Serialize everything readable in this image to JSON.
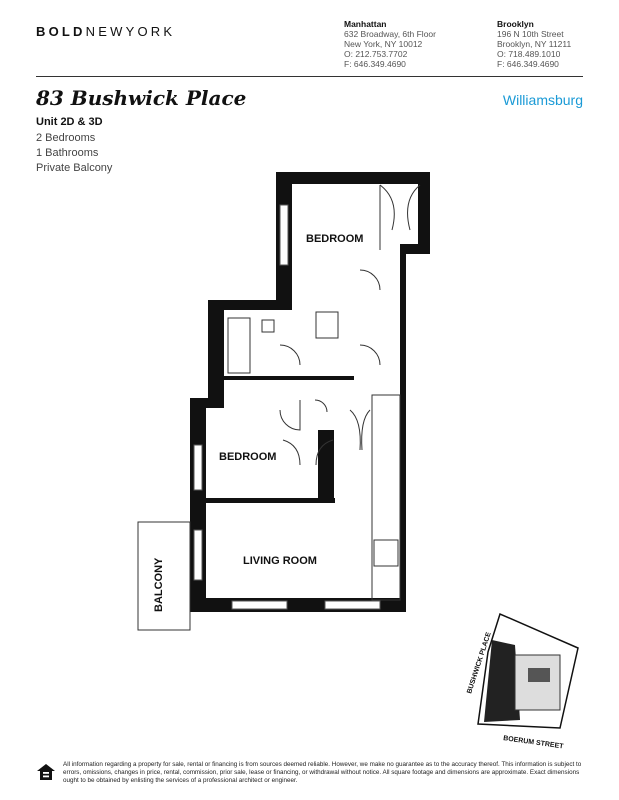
{
  "brand": {
    "bold": "BOLD",
    "rest": "NEWYORK"
  },
  "offices": [
    {
      "name": "Manhattan",
      "lines": [
        "632 Broadway, 6th Floor",
        "New York, NY 10012",
        "O: 212.753.7702",
        "F: 646.349.4690"
      ]
    },
    {
      "name": "Brooklyn",
      "lines": [
        "196 N 10th Street",
        "Brooklyn, NY 11211",
        "O: 718.489.1010",
        "F: 646.349.4690"
      ]
    }
  ],
  "listing": {
    "address": "83 Bushwick Place",
    "neighborhood": "Williamsburg",
    "unit": "Unit 2D & 3D",
    "details": [
      "2 Bedrooms",
      "1 Bathrooms",
      "Private Balcony"
    ]
  },
  "floorplan": {
    "rooms": {
      "bedroom1": "BEDROOM",
      "bedroom2": "BEDROOM",
      "living": "LIVING ROOM",
      "balcony": "BALCONY"
    },
    "streets": {
      "street1": "BUSHWICK PLACE",
      "street2": "BOERUM STREET"
    }
  },
  "colors": {
    "accent": "#1a9ad6",
    "walls": "#111111"
  },
  "footer": {
    "icon": "equal-housing-icon",
    "disclaimer": "All information regarding a property for sale, rental or financing is from sources deemed reliable. However, we make no guarantee as to the accuracy thereof. This information is subject to errors, omissions, changes in price, rental, commission, prior sale, lease or financing, or withdrawal without notice. All square footage and dimensions are approximate. Exact dimensions ought to be obtained by enlisting the services of a professional architect or engineer."
  }
}
